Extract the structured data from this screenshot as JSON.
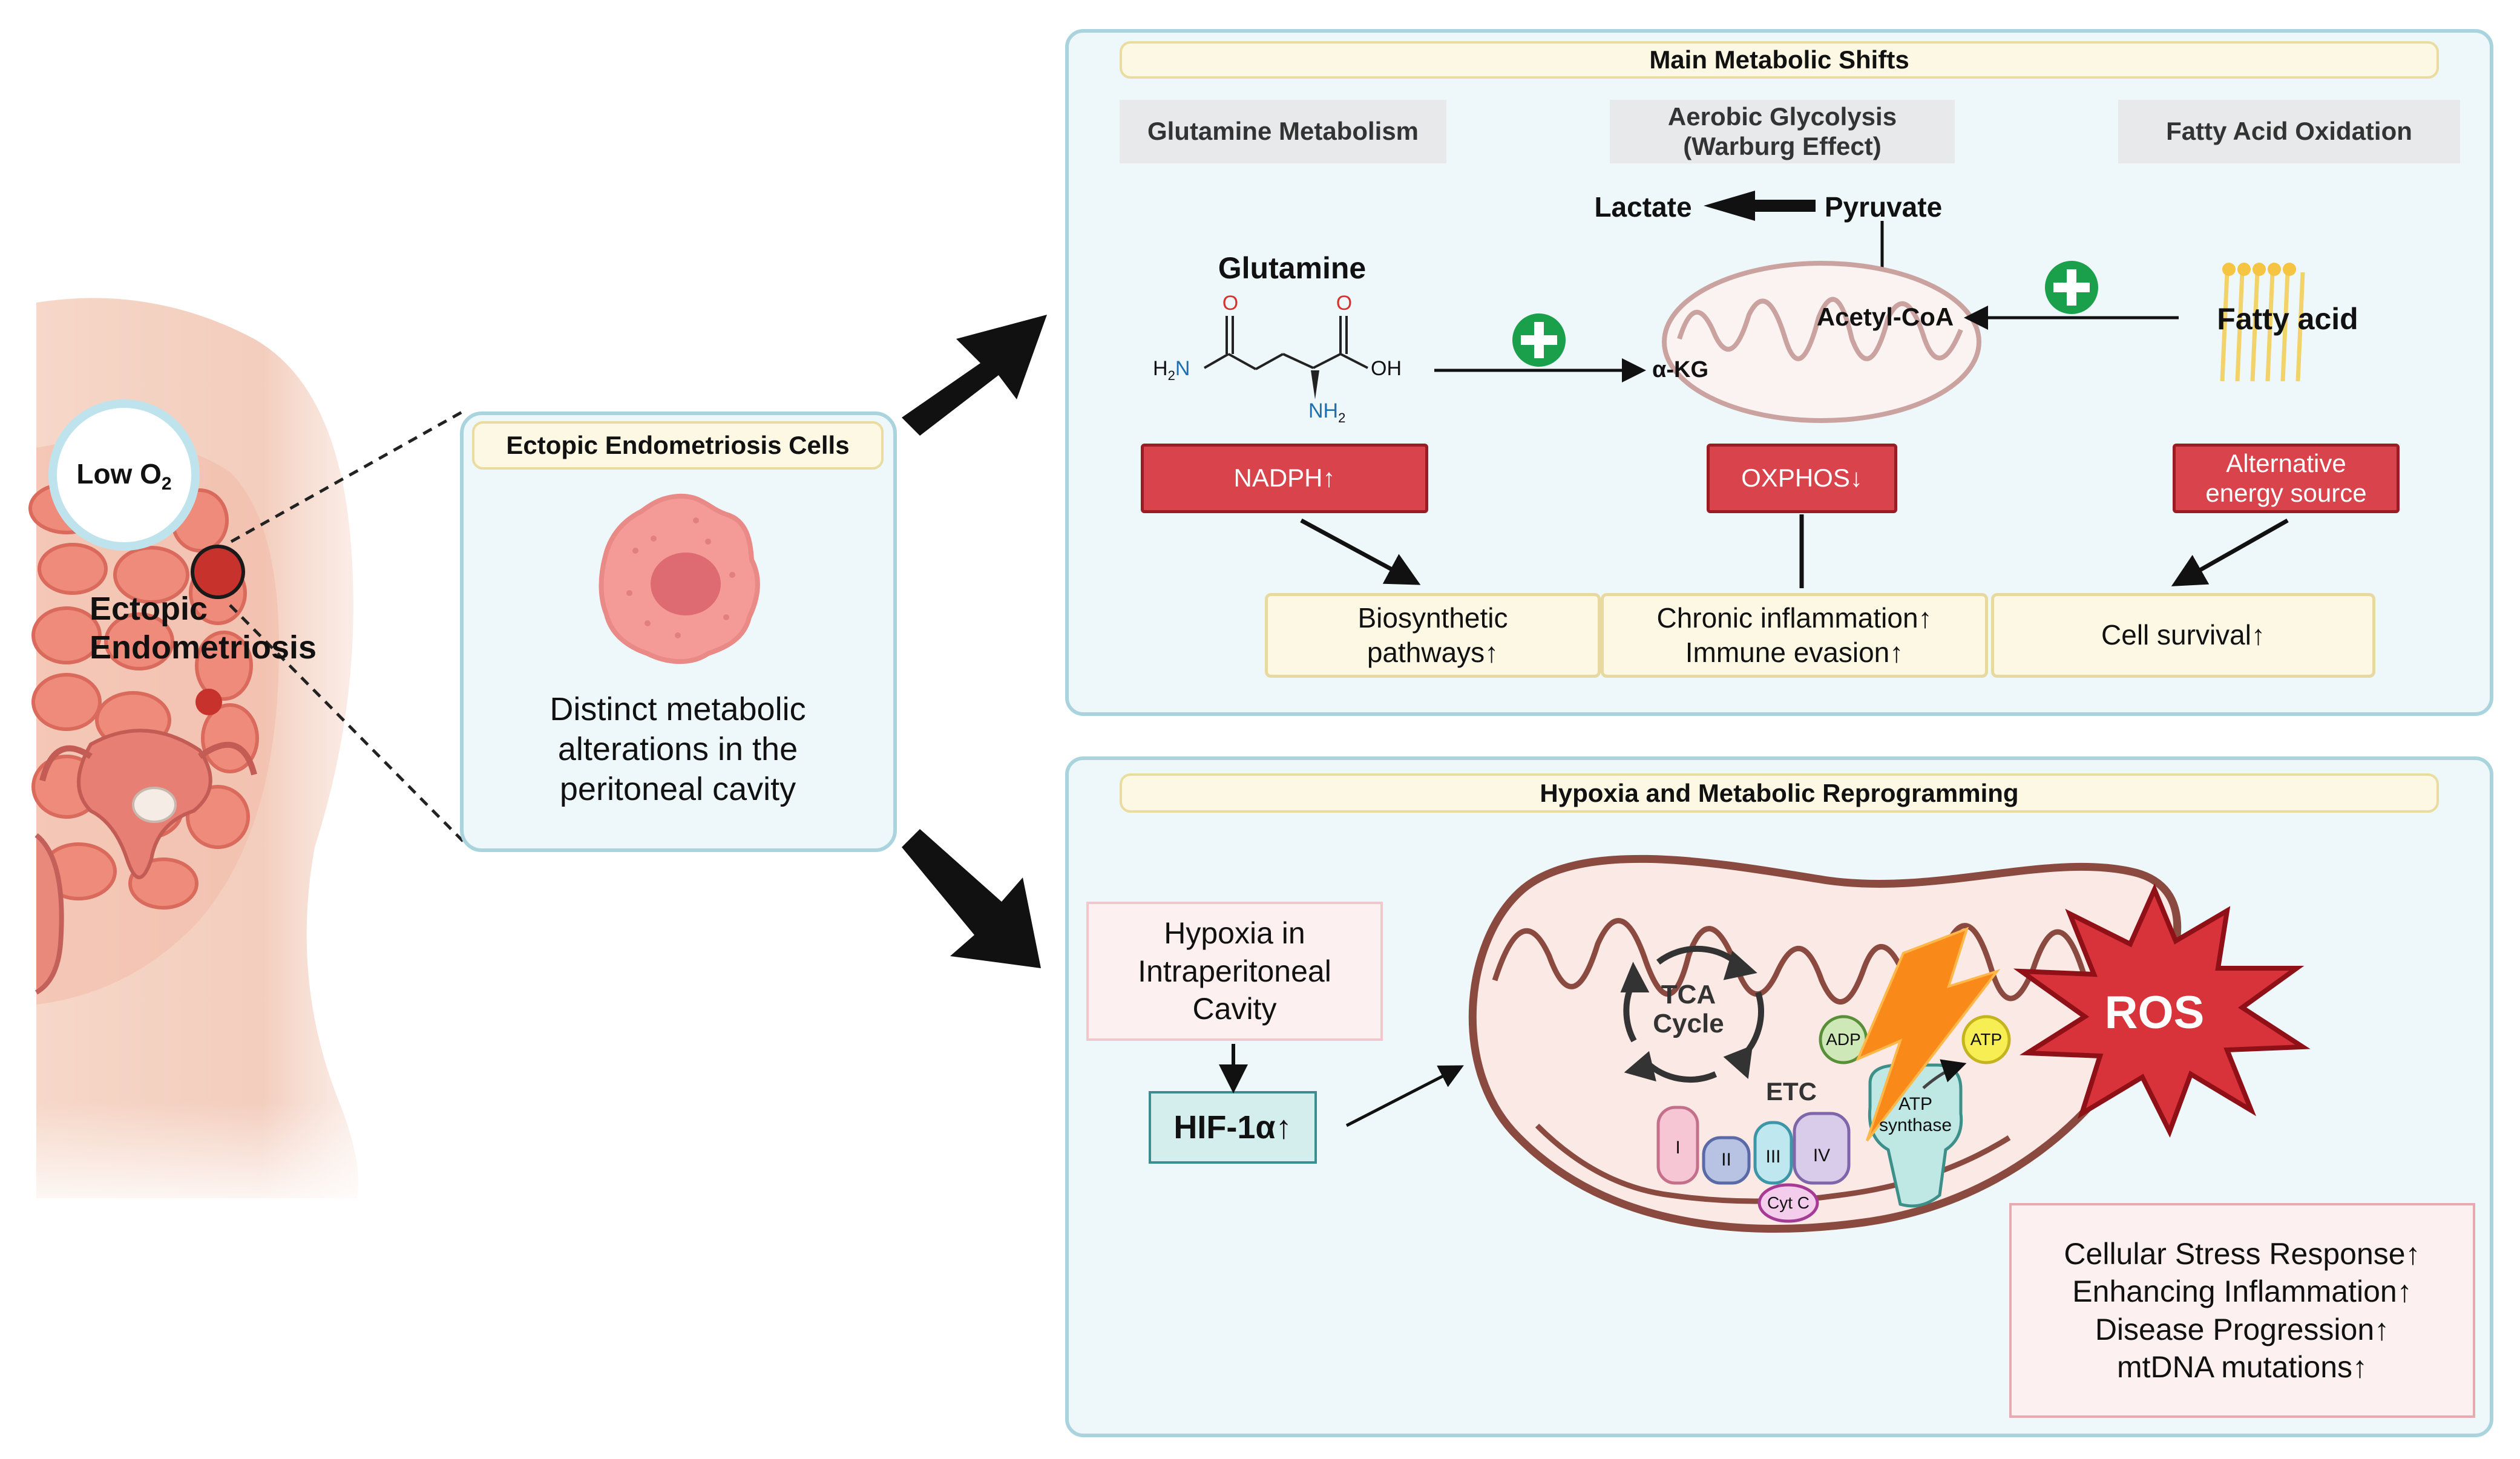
{
  "anatomy": {
    "hypoxia_label": "Low O",
    "hypoxia_sub": "2",
    "lesion_label_line1": "Ectopic",
    "lesion_label_line2": "Endometriosis"
  },
  "cells_panel": {
    "title": "Ectopic Endometriosis Cells",
    "desc_line1": "Distinct metabolic",
    "desc_line2": "alterations in the",
    "desc_line3": "peritoneal cavity"
  },
  "shifts_panel": {
    "title": "Main Metabolic Shifts",
    "col1": "Glutamine Metabolism",
    "col2_line1": "Aerobic Glycolysis",
    "col2_line2": "(Warburg Effect)",
    "col3": "Fatty Acid Oxidation",
    "lactate": "Lactate",
    "pyruvate": "Pyruvate",
    "glutamine": "Glutamine",
    "acetyl_coa": "Acetyl-CoA",
    "akg": "α-KG",
    "fatty_acid": "Fatty acid",
    "mol_o1": "O",
    "mol_o2": "O",
    "mol_h2n": "H",
    "mol_h2n_sub": "2",
    "mol_n": "N",
    "mol_oh": "OH",
    "mol_nh": "NH",
    "mol_nh_sub": "2",
    "nadph": "NADPH↑",
    "oxphos": "OXPHOS↓",
    "alt_line1": "Alternative",
    "alt_line2": "energy source",
    "out1_line1": "Biosynthetic",
    "out1_line2": "pathways↑",
    "out2_line1": "Chronic inflammation↑",
    "out2_line2": "Immune evasion↑",
    "out3": "Cell survival↑"
  },
  "hypoxia_panel": {
    "title": "Hypoxia and Metabolic Reprogramming",
    "hyp_line1": "Hypoxia in",
    "hyp_line2": "Intraperitoneal",
    "hyp_line3": "Cavity",
    "hif": "HIF-1α↑",
    "tca_line1": "TCA",
    "tca_line2": "Cycle",
    "etc": "ETC",
    "adp": "ADP",
    "atp": "ATP",
    "atp_synthase_line1": "ATP",
    "atp_synthase_line2": "synthase",
    "complex_1": "I",
    "complex_2": "II",
    "complex_3": "III",
    "complex_4": "IV",
    "cytc": "Cyt C",
    "ros": "ROS",
    "effects": [
      "Cellular Stress Response↑",
      "Enhancing Inflammation↑",
      "Disease Progression↑",
      "mtDNA mutations↑"
    ]
  },
  "colors": {
    "panel_bg": "#eef7f9",
    "panel_border": "#a9d4dd",
    "red_box": "#d9434b",
    "ros_red": "#d8323a",
    "plus_green": "#1aa04a",
    "lightning": "#f98a1a"
  }
}
